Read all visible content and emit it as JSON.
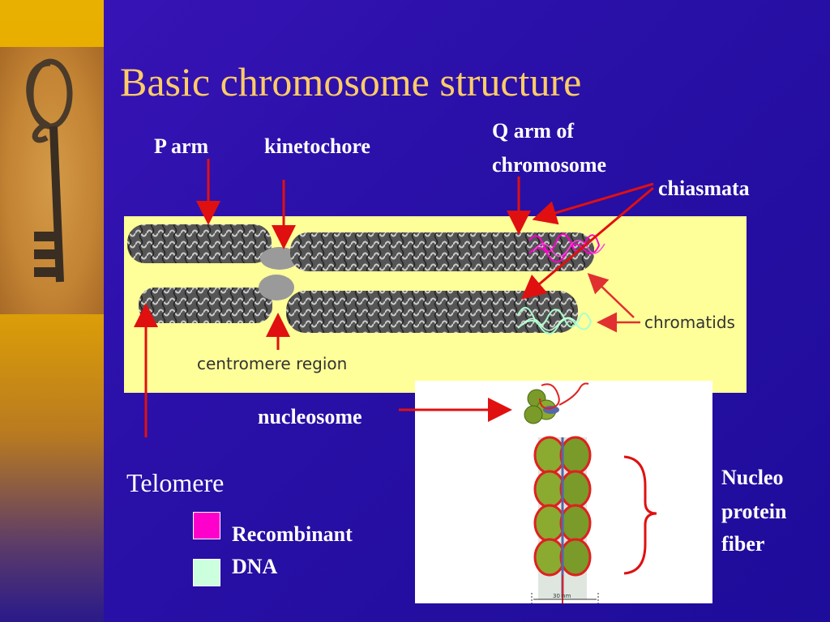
{
  "slide": {
    "title": "Basic chromosome structure",
    "colors": {
      "background": "#2a10a8",
      "title": "#ffcc66",
      "arrow": "#e01010",
      "panel": "#ffff99"
    }
  },
  "labels": {
    "p_arm": "P arm",
    "kinetochore": "kinetochore",
    "q_arm_line1": "Q arm of",
    "q_arm_line2": "chromosome",
    "chiasmata": "chiasmata",
    "chromatids": "chromatids",
    "centromere_region": "centromere region",
    "nucleosome": "nucleosome",
    "telomere": "Telomere",
    "nucleo_line1": "Nucleo",
    "nucleo_line2": "protein",
    "nucleo_line3": "fiber",
    "fiber_scale": "30 nm"
  },
  "legend": [
    {
      "label": "Recombinant",
      "color": "#ff00cc"
    },
    {
      "label": "DNA",
      "color": "#ccffdd"
    }
  ],
  "icons": [
    "key-icon",
    "chromosome-illustration",
    "nucleoprotein-fiber-illustration"
  ]
}
